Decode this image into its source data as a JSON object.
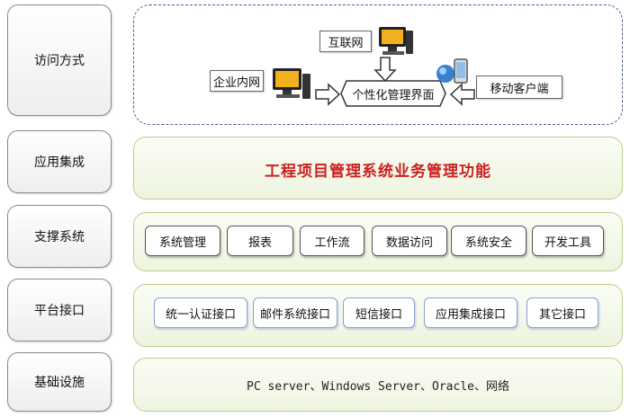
{
  "layers": [
    {
      "label": "访问方式"
    },
    {
      "label": "应用集成"
    },
    {
      "label": "支撑系统"
    },
    {
      "label": "平台接口"
    },
    {
      "label": "基础设施"
    }
  ],
  "access": {
    "internet": "互联网",
    "intranet": "企业内网",
    "mobile": "移动客户端",
    "portal": "个性化管理界面"
  },
  "integration": {
    "title": "工程项目管理系统业务管理功能"
  },
  "support": {
    "items": [
      "系统管理",
      "报表",
      "工作流",
      "数据访问",
      "系统安全",
      "开发工具"
    ]
  },
  "interfaces": {
    "items": [
      "统一认证接口",
      "邮件系统接口",
      "短信接口",
      "应用集成接口",
      "其它接口"
    ]
  },
  "infrastructure": {
    "text": "PC server、Windows Server、Oracle、网络"
  }
}
